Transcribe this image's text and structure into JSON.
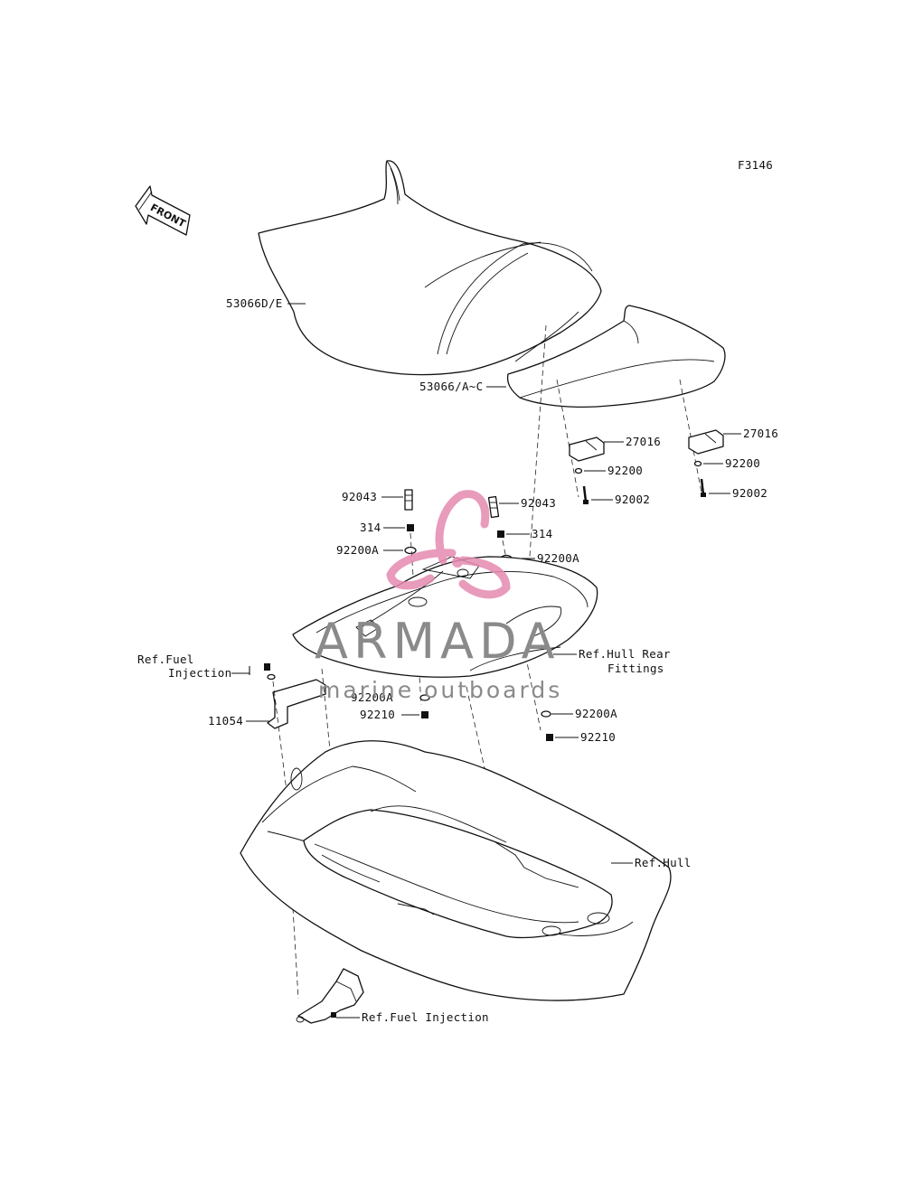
{
  "figure_code": "F3146",
  "front_label": "FRONT",
  "watermark": {
    "brand": "ARMADA",
    "tagline": "marine outboards",
    "logo_color": "#e58ab0",
    "text_color": "#8a8a8a"
  },
  "parts": {
    "seat_front": "53066D/E",
    "seat_rear": "53066/A~C",
    "bracket_left": "27016",
    "bracket_right": "27016",
    "washer_left_top": "92200",
    "washer_right_top": "92200",
    "bolt_left_top": "92002",
    "bolt_right_top": "92002",
    "stud_left": "92043",
    "stud_right": "92043",
    "nut_left_top": "314",
    "nut_right_top": "314",
    "washer_a_left_top": "92200A",
    "washer_a_right_top": "92200A",
    "washer_a_left_bottom": "92200A",
    "washer_a_right_bottom": "92200A",
    "nut_left_bottom": "92210",
    "nut_right_bottom": "92210",
    "stay": "11054"
  },
  "references": {
    "fuel_injection_top_line1": "Ref.Fuel",
    "fuel_injection_top_line2": "Injection",
    "hull_rear_fittings_line1": "Ref.Hull Rear",
    "hull_rear_fittings_line2": "Fittings",
    "hull": "Ref.Hull",
    "fuel_injection_bottom": "Ref.Fuel Injection"
  }
}
